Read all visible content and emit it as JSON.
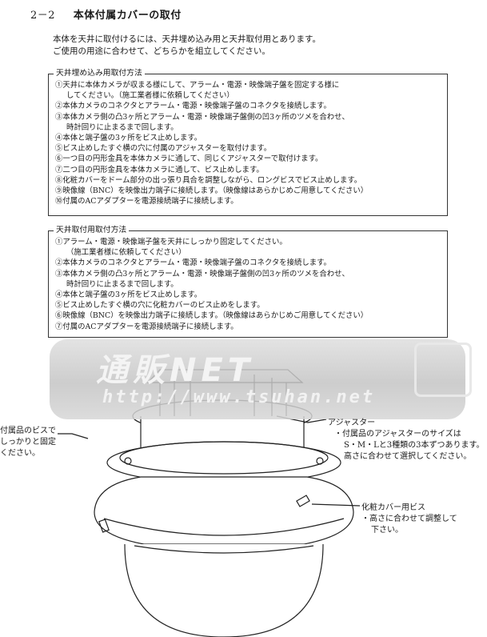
{
  "section": {
    "number": "2－2",
    "title": "本体付属カバーの取付"
  },
  "intro": {
    "line1": "本体を天井に取付けるには、天井埋め込み用と天井取付用とあります。",
    "line2": "ご使用の用途に合わせて、どちらかを組立してください。"
  },
  "ceiling_embedded": {
    "legend": "天井埋め込み用取付方法",
    "lines": [
      "①天井に本体カメラが収まる様にして、アラーム・電源・映像端子盤を固定する様に",
      "してください。（施工業者様に依頼してください）",
      "②本体カメラのコネクタとアラーム・電源・映像端子盤のコネクタを接続します。",
      "③本体カメラ側の凸3ヶ所とアラーム・電源・映像端子盤側の凹3ヶ所のツメを合わせ、",
      "時計回りに止まるまで回します。",
      "④本体と端子盤の3ヶ所をビス止めします。",
      "⑤ビス止めしたすぐ横の穴に付属のアジャスターを取付けます。",
      "⑥一つ目の円形金具を本体カメラに通して、同じくアジャスターで取付けます。",
      "⑦二つ目の円形金具を本体カメラに通して、ビス止めします。",
      "⑧化粧カバーをドーム部分の出っ張り具合を調整しながら、ロングビスでビス止めします。",
      "⑨映像線（BNC）を映像出力端子に接続します。（映像線はあらかじめご用意してください）",
      "⑩付属のACアダプターを電源接続端子に接続します。"
    ]
  },
  "ceiling_mount": {
    "legend": "天井取付用取付方法",
    "lines": [
      "①アラーム・電源・映像端子盤を天井にしっかり固定してください。",
      "（施工業者様に依頼してください）",
      "②本体カメラのコネクタとアラーム・電源・映像端子盤のコネクタを接続します。",
      "③本体カメラ側の凸3ヶ所とアラーム・電源・映像端子盤側の凹3ヶ所のツメを合わせ、",
      "時計回りに止まるまで回します。",
      "④本体と端子盤の3ヶ所をビス止めします。",
      "⑤ビス止めしたすぐ横の穴に化粧カバーのビス止めをします。",
      "⑥映像線（BNC）を映像出力端子に接続します。（映像線はあらかじめご用意してください）",
      "⑦付属のACアダプターを電源接続端子に接続します。"
    ]
  },
  "watermark": {
    "title": "通販NET",
    "url": "http://www.tsuhan.net"
  },
  "annotations": {
    "left_line1": "付属品のビスで",
    "left_line2": "しっかりと固定",
    "left_line3": "ください。",
    "adjuster_title": "アジャスター",
    "adjuster_line1": "・付属品のアジャスターのサイズは",
    "adjuster_line2": "S・M・Lと3種類の3本ずつあります。",
    "adjuster_line3": "高さに合わせて選択してください。",
    "screw_title": "化粧カバー用ビス",
    "screw_line1": "・高さに合わせて調整して",
    "screw_line2": "下さい。"
  }
}
